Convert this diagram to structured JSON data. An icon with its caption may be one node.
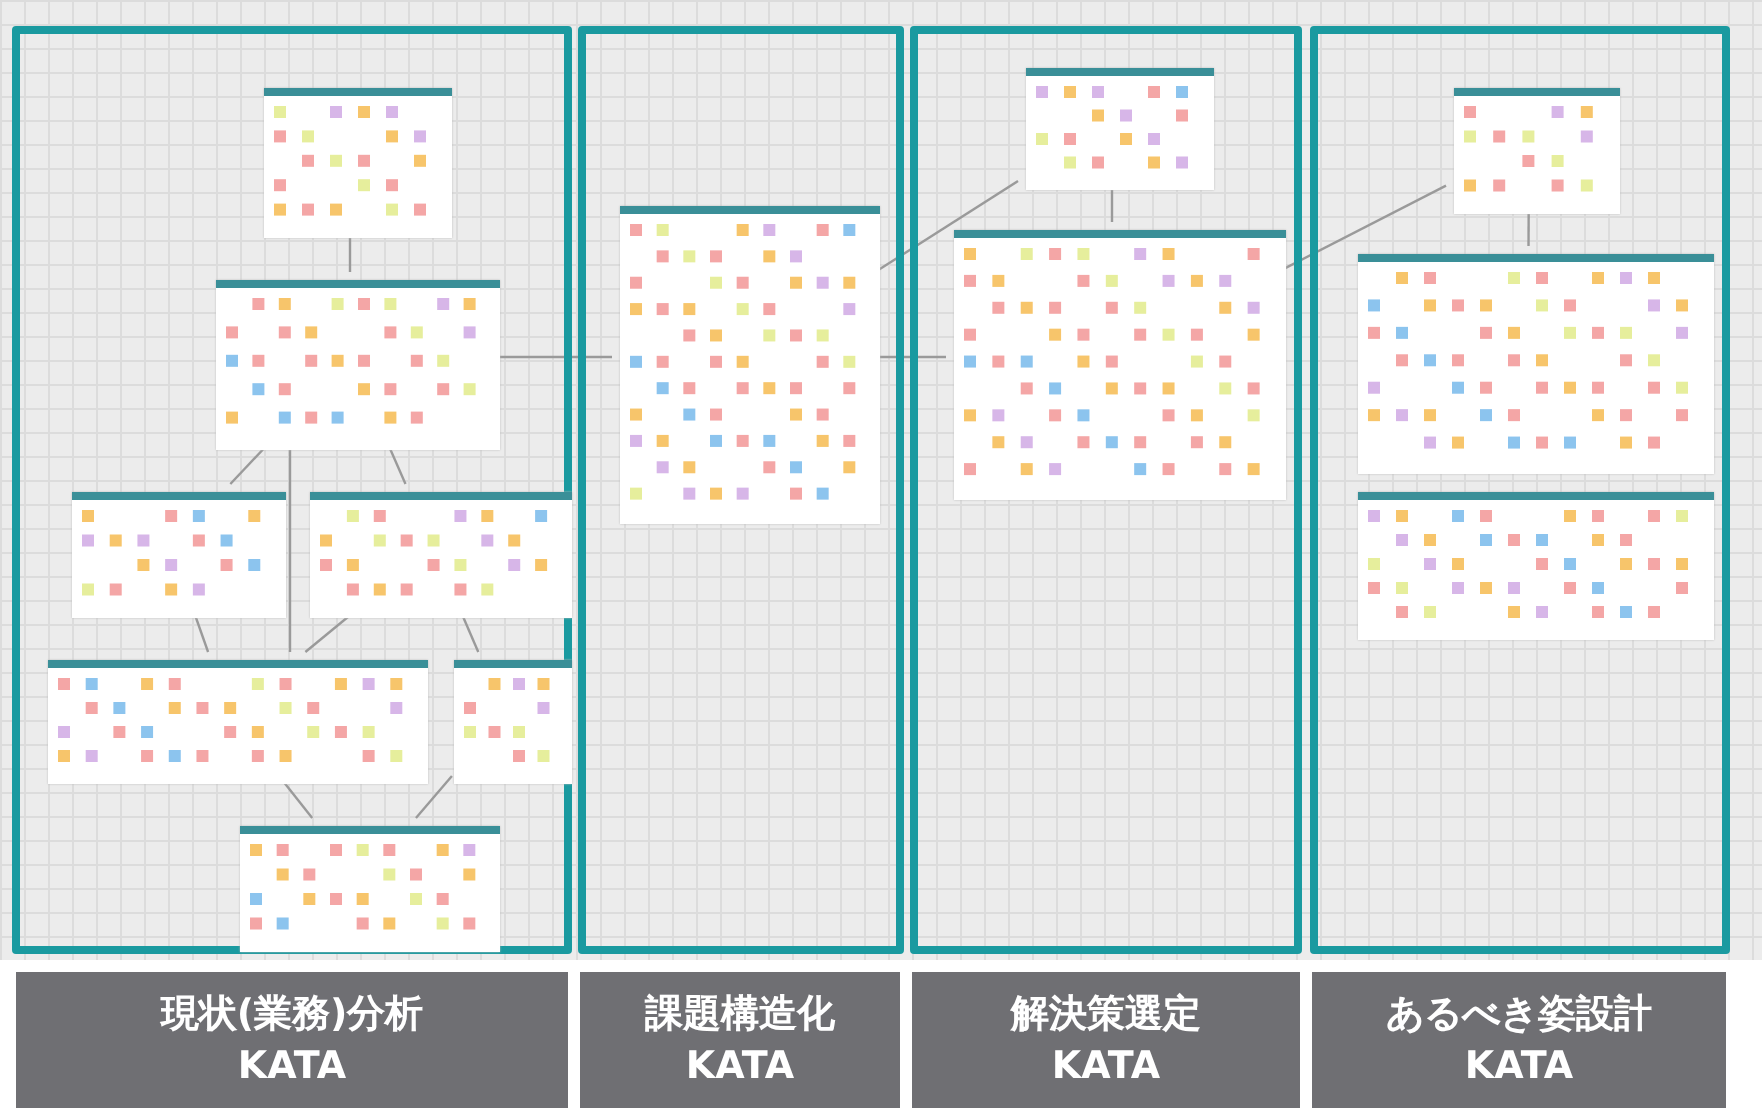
{
  "diagram": {
    "nodes": [
      {
        "text": [],
        "shape": "box"
      },
      {
        "text": [],
        "shape": "box",
        "in": 0
      },
      {
        "text": [],
        "shape": "box",
        "in": 0
      },
      {
        "text": [],
        "shape": "box",
        "in": 0
      },
      {
        "text": [],
        "shape": "box",
        "in": 0
      },
      {
        "text": [],
        "shape": "box",
        "in": 0
      },
      {
        "text": [],
        "shape": "box",
        "in": 0
      },
      {
        "text": [],
        "shape": "box",
        "in": 0
      },
      {
        "text": [],
        "shape": "box"
      },
      {
        "text": [],
        "shape": "box",
        "in": 8
      },
      {
        "text": [],
        "shape": "box"
      },
      {
        "text": [],
        "shape": "box",
        "in": 10
      },
      {
        "text": [],
        "shape": "box",
        "in": 10
      },
      {
        "text": [],
        "shape": "box"
      },
      {
        "text": [],
        "shape": "box",
        "in": 13
      },
      {
        "text": [],
        "shape": "box",
        "in": 13
      },
      {
        "text": [],
        "shape": "box",
        "in": 13
      },
      {
        "text": [
          "現状(業務)分析",
          "KATA"
        ]
      },
      {
        "text": [
          "課題構造化",
          "KATA"
        ]
      },
      {
        "text": [
          "解決策選定",
          "KATA"
        ]
      },
      {
        "text": [
          "あるべき姿設計",
          "KATA"
        ]
      }
    ],
    "edges": [
      {
        "from": 1,
        "to": 2,
        "arrow": "none"
      },
      {
        "from": 2,
        "to": 3,
        "arrow": "none"
      },
      {
        "from": 2,
        "to": 5,
        "arrow": "none"
      },
      {
        "from": 2,
        "to": 4,
        "arrow": "none"
      },
      {
        "from": 3,
        "to": 5,
        "arrow": "none"
      },
      {
        "from": 4,
        "to": 5,
        "arrow": "none"
      },
      {
        "from": 4,
        "to": 6,
        "arrow": "none"
      },
      {
        "from": 5,
        "to": 7,
        "arrow": "none"
      },
      {
        "from": 6,
        "to": 7,
        "arrow": "none"
      },
      {
        "from": 2,
        "to": 9,
        "arrow": "none"
      },
      {
        "from": 11,
        "to": 9,
        "arrow": "none"
      },
      {
        "from": 9,
        "to": 12,
        "arrow": "none"
      },
      {
        "from": 11,
        "to": 12,
        "arrow": "none"
      },
      {
        "from": 12,
        "to": 14,
        "arrow": "none"
      },
      {
        "from": 14,
        "to": 15,
        "arrow": "none"
      }
    ]
  }
}
